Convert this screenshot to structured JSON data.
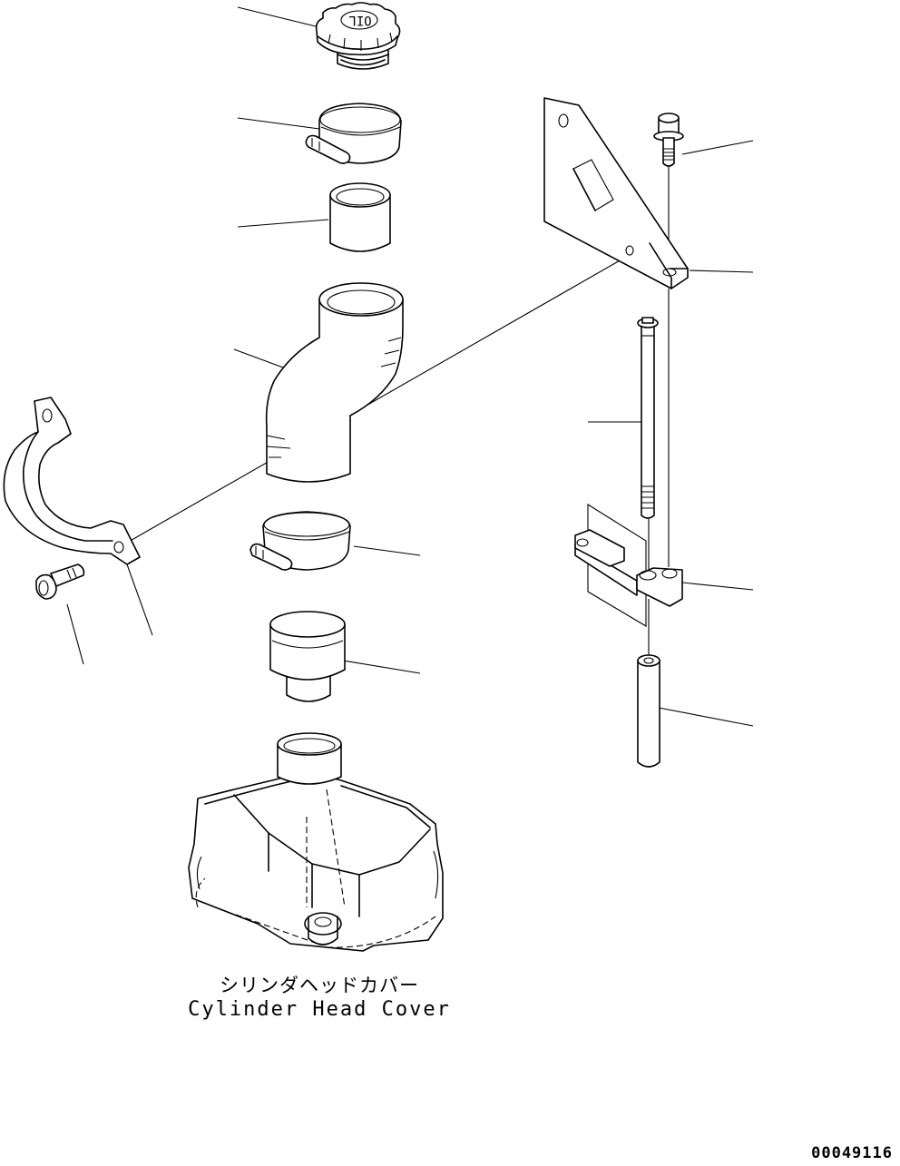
{
  "cap_text": "OIL",
  "caption": {
    "japanese": "シリンダヘッドカバー",
    "english": "Cylinder Head Cover"
  },
  "drawing_number": "00049116",
  "colors": {
    "line": "#000000",
    "background": "#ffffff"
  }
}
